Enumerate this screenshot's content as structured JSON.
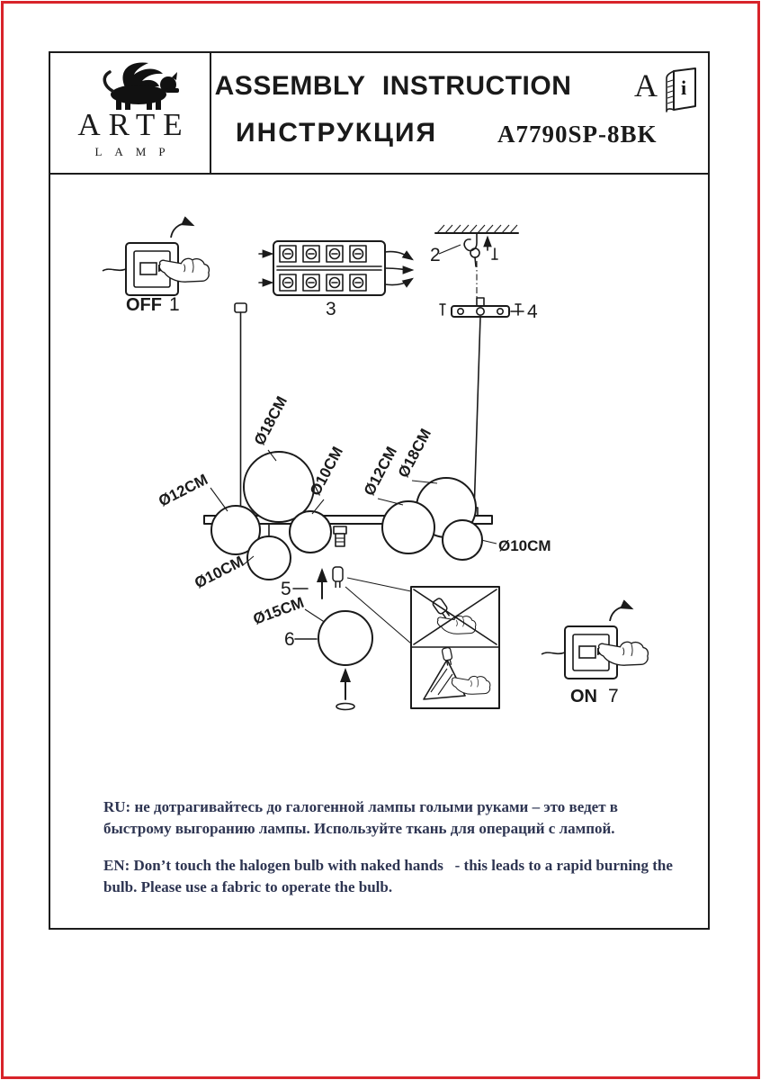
{
  "header": {
    "title_en": "ASSEMBLY  INSTRUCTION",
    "title_ru": "ИНСТРУКЦИЯ",
    "model": "A7790SP-8BK",
    "revision": "A"
  },
  "logo": {
    "brand": "ARTE",
    "sub": "LAMP"
  },
  "icons": {
    "info_glyph": "i"
  },
  "steps": {
    "off": "OFF",
    "on": "ON",
    "n1": "1",
    "n2": "2",
    "n3": "3",
    "n4": "4",
    "n5": "5",
    "n6": "6",
    "n7": "7"
  },
  "dims": {
    "d18_left": "Ø18CM",
    "d10_top": "Ø10CM",
    "d12_mid": "Ø12CM",
    "d18_right": "Ø18CM",
    "d12_left": "Ø12CM",
    "d10_bottom_left": "Ø10CM",
    "d10_right": "Ø10CM",
    "d15": "Ø15CM"
  },
  "notes": {
    "ru": "RU: не дотрагивайтесь до галогенной лампы голыми руками – это ведет в быстрому выгоранию лампы. Используйте ткань для операций с лампой.",
    "en": "EN: Don’t touch the halogen bulb with naked hands   - this leads to a rapid burning the bulb. Please use a fabric to operate the bulb."
  },
  "colors": {
    "frame_red": "#d8232a",
    "ink": "#1a1a1a",
    "note_ink": "#2e3552"
  }
}
